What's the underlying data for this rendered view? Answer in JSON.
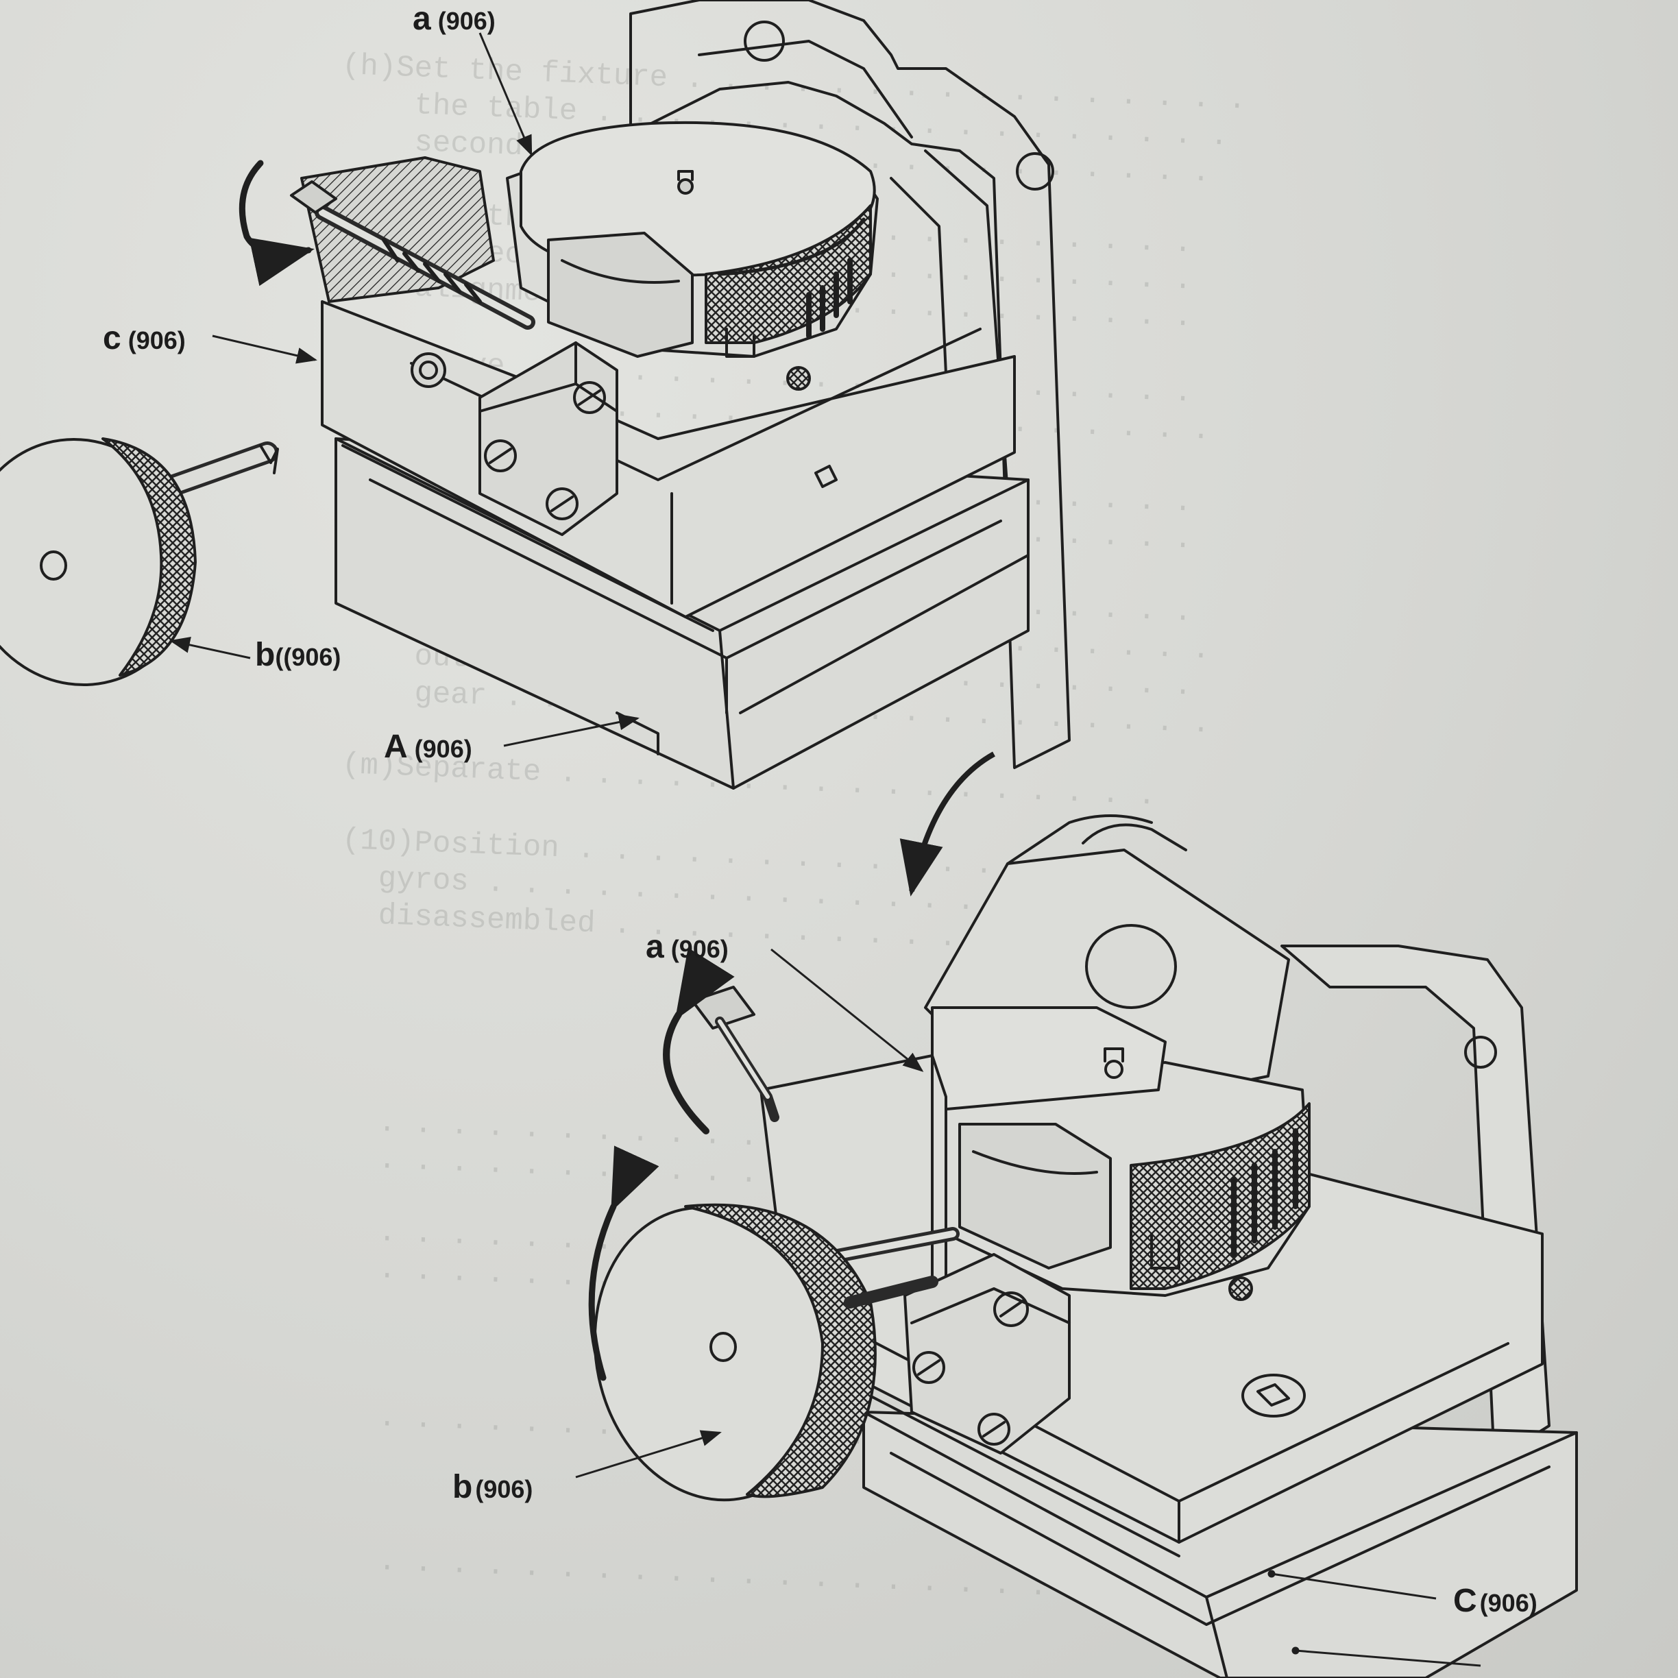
{
  "callouts": {
    "a_top": {
      "letter": "a",
      "ref": "(906)"
    },
    "c_top": {
      "letter": "c",
      "ref": "(906)"
    },
    "b_top": {
      "letter": "b",
      "ref": "((906)"
    },
    "A_top": {
      "letter": "A",
      "ref": "(906)"
    },
    "a_bottom": {
      "letter": "a",
      "ref": "(906)"
    },
    "b_bottom": {
      "letter": "b",
      "ref": "(906)"
    },
    "c_bottom": {
      "letter": "C",
      "ref": "(906)"
    }
  },
  "colors": {
    "ink": "#1f1f1f",
    "paper": "#dcddd9",
    "ghost_text": "#8b8d8a"
  }
}
